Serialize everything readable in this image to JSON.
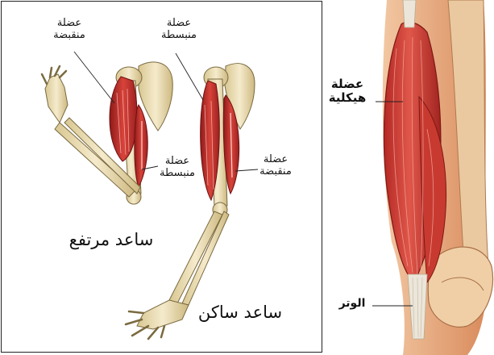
{
  "labels": {
    "contracted_muscle_top_left": {
      "line1": "عضلة",
      "line2": "منقبضة"
    },
    "relaxed_muscle_top_right": {
      "line1": "عضلة",
      "line2": "منبسطة"
    },
    "relaxed_muscle_mid": {
      "line1": "عضلة",
      "line2": "منبسطة"
    },
    "contracted_muscle_mid": {
      "line1": "عضلة",
      "line2": "منقبضة"
    },
    "raised_forearm": "ساعد مرتفع",
    "resting_forearm": "ساعد ساكن",
    "skeletal_muscle": {
      "line1": "عضلة",
      "line2": "هيكلية"
    },
    "tendon": "الوتر"
  },
  "colors": {
    "muscle": "#c8302c",
    "muscle_dark": "#8e1a1a",
    "bone": "#efe1b8",
    "bone_outline": "#7a6a40",
    "tendon": "#e9e3d7",
    "skin_tone": "#e6a57a"
  }
}
